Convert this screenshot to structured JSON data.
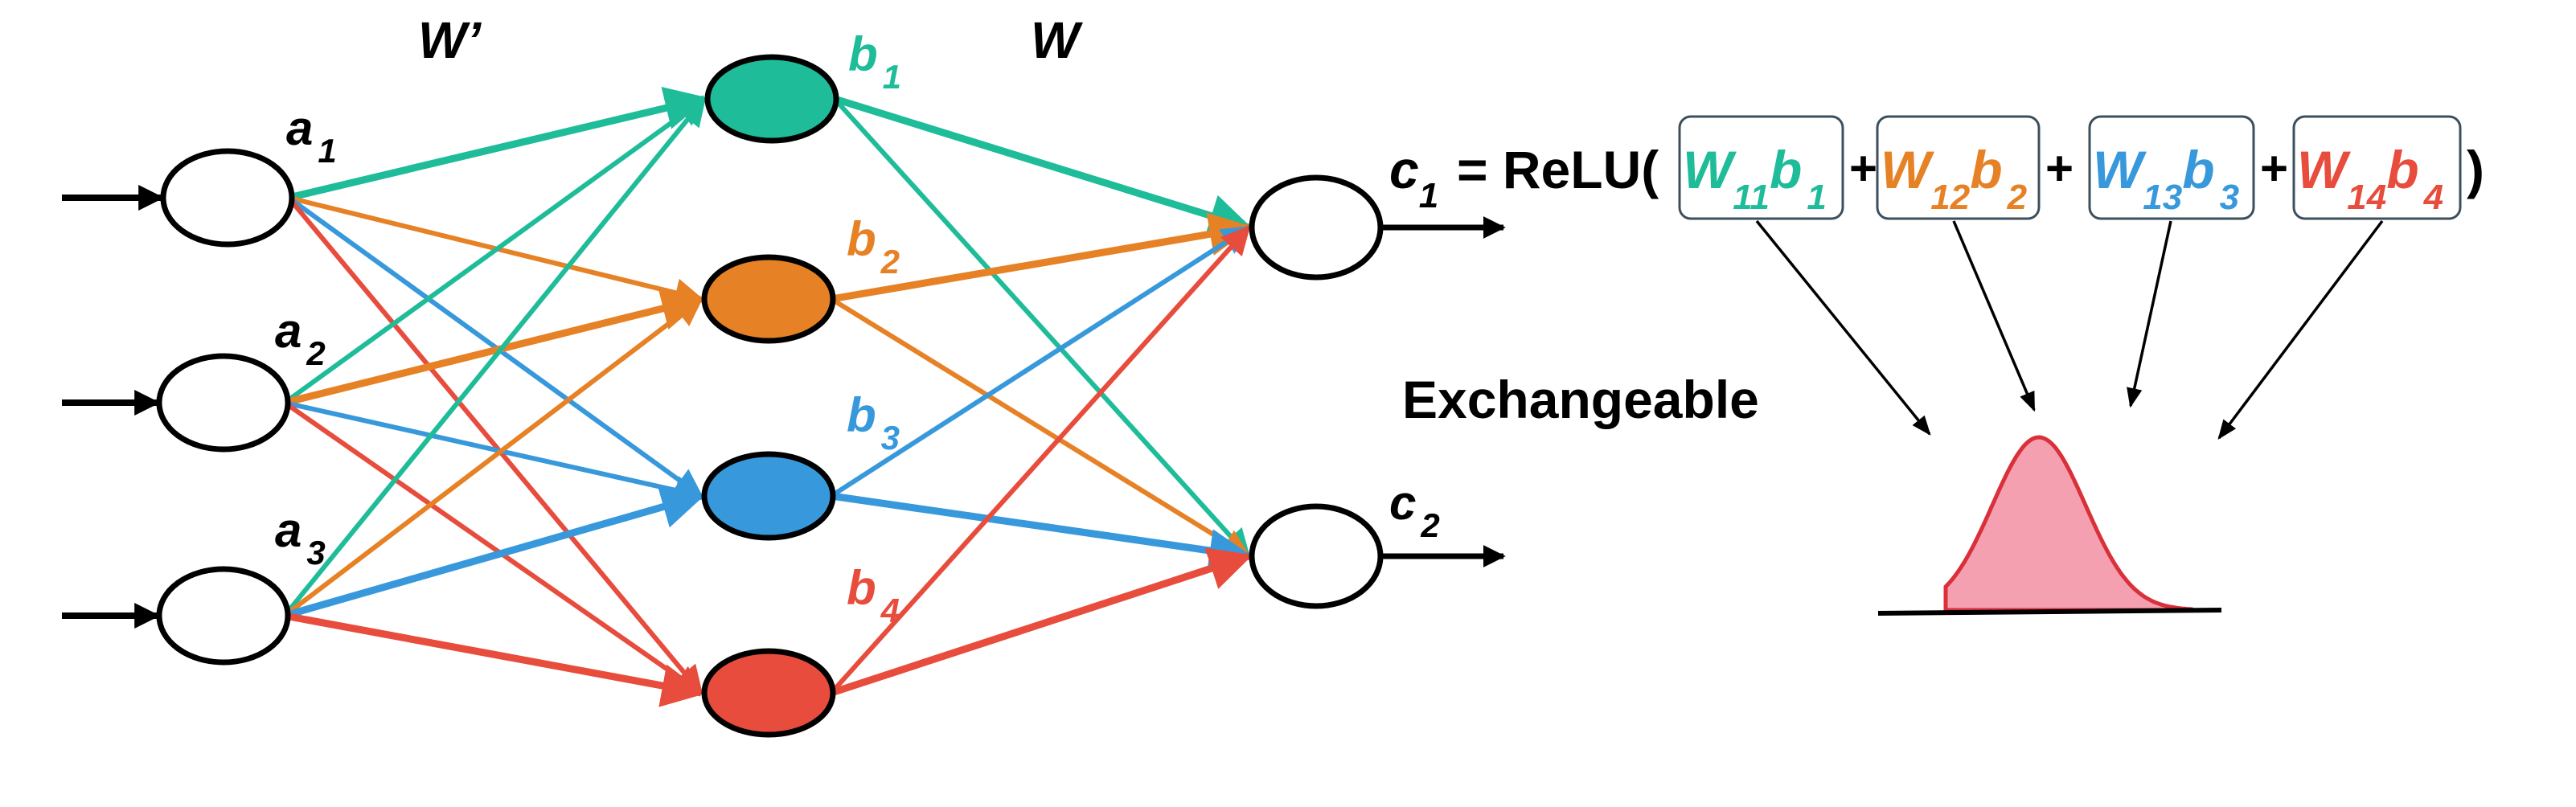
{
  "title": "Neural network exchangeability diagram",
  "colors": {
    "b1": "#1fbc9a",
    "b2": "#e68125",
    "b3": "#3798db",
    "b4": "#e74c3c",
    "outline": "#000000",
    "box_border": "#3d4f5c",
    "gaussian_fill": "#f5a0b0",
    "gaussian_stroke": "#d9303a"
  },
  "weight_labels": {
    "input_to_hidden": "W’",
    "hidden_to_output": "W"
  },
  "input_nodes": [
    {
      "name": "a",
      "sub": "1"
    },
    {
      "name": "a",
      "sub": "2"
    },
    {
      "name": "a",
      "sub": "3"
    }
  ],
  "hidden_nodes": [
    {
      "name": "b",
      "sub": "1",
      "color_key": "b1"
    },
    {
      "name": "b",
      "sub": "2",
      "color_key": "b2"
    },
    {
      "name": "b",
      "sub": "3",
      "color_key": "b3"
    },
    {
      "name": "b",
      "sub": "4",
      "color_key": "b4"
    }
  ],
  "output_nodes": [
    {
      "name": "c",
      "sub": "1"
    },
    {
      "name": "c",
      "sub": "2"
    }
  ],
  "formula": {
    "lhs": "c",
    "lhs_sub": "1",
    "equals": "= ReLU(",
    "close": ")",
    "plus": "+",
    "terms": [
      {
        "w": "W",
        "w_sub": "11",
        "b": "b",
        "b_sub": "1",
        "color_key": "b1"
      },
      {
        "w": "W",
        "w_sub": "12",
        "b": "b",
        "b_sub": "2",
        "color_key": "b2"
      },
      {
        "w": "W",
        "w_sub": "13",
        "b": "b",
        "b_sub": "3",
        "color_key": "b3"
      },
      {
        "w": "W",
        "w_sub": "14",
        "b": "b",
        "b_sub": "4",
        "color_key": "b4"
      }
    ]
  },
  "exchangeable_label": "Exchangeable"
}
